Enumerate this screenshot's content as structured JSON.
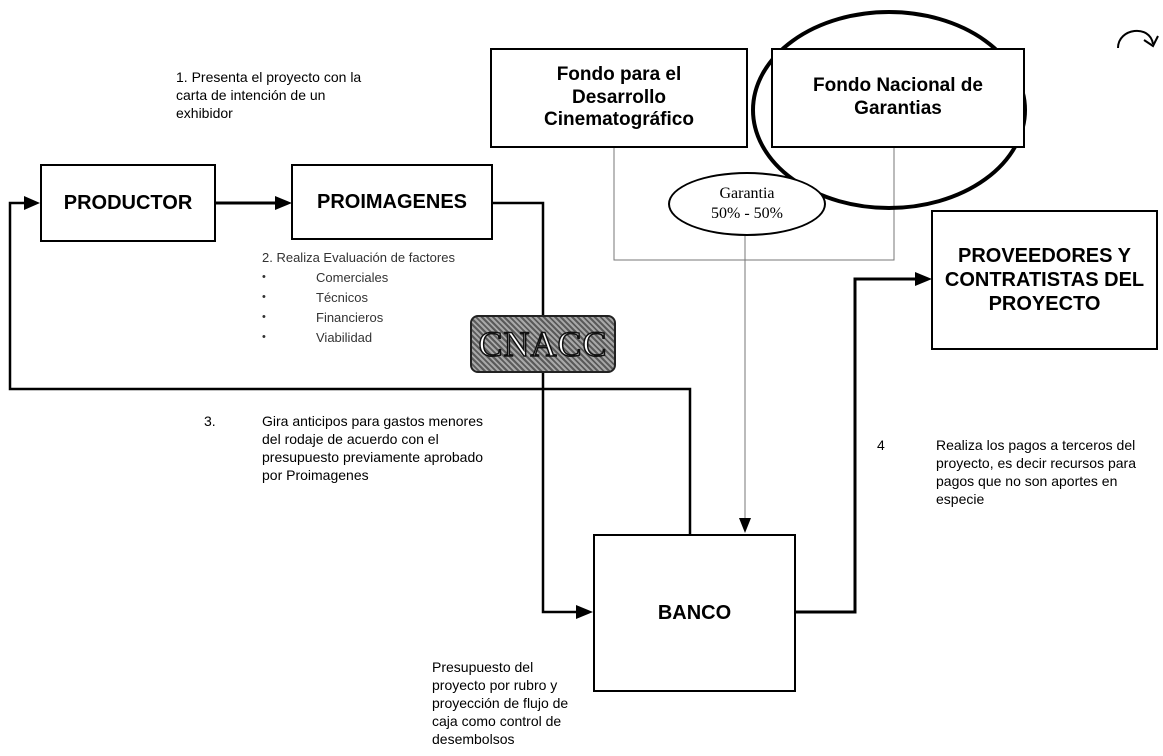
{
  "boxes": {
    "productor": "PRODUCTOR",
    "proimagenes": "PROIMAGENES",
    "fondo_desarrollo": "Fondo para el Desarrollo Cinematográfico",
    "fondo_garantias": "Fondo Nacional de Garantias",
    "proveedores": "PROVEEDORES Y CONTRATISTAS DEL PROYECTO",
    "banco": "BANCO"
  },
  "garantia": {
    "line1": "Garantia",
    "line2": "50% - 50%"
  },
  "cnacc_label": "CNACC",
  "notes": {
    "step1": "1. Presenta el proyecto con la carta de intención de un exhibidor",
    "step2_title": "2. Realiza Evaluación de factores",
    "step2_items": [
      "Comerciales",
      "Técnicos",
      "Financieros",
      "Viabilidad"
    ],
    "step3_number": "3.",
    "step3_text": "Gira anticipos para gastos menores del rodaje de acuerdo con el presupuesto previamente aprobado por Proimagenes",
    "step4_number": "4",
    "step4_text": "Realiza los pagos a terceros del proyecto, es decir recursos para pagos que no son aportes en especie",
    "banco_note": "Presupuesto del proyecto por rubro y proyección de flujo de caja como control de desembolsos"
  },
  "icons": {
    "corner": "redo-arrow-icon"
  }
}
